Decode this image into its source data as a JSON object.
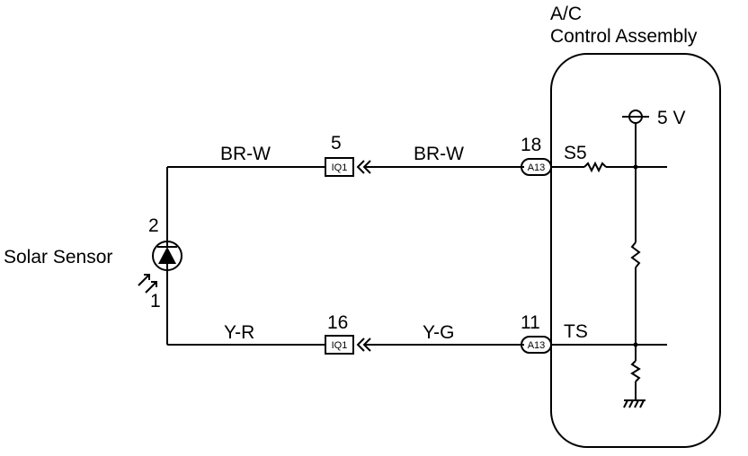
{
  "ecu": {
    "title_line1": "A/C",
    "title_line2": "Control Assembly",
    "supply": "5 V"
  },
  "sensor": {
    "label": "Solar Sensor",
    "pin_top": "2",
    "pin_bottom": "1"
  },
  "upper_circuit": {
    "wire_left": "BR-W",
    "wire_right": "BR-W",
    "connector_pin": "5",
    "connector_id": "IQ1",
    "ecu_pin": "18",
    "ecu_connector": "A13",
    "terminal": "S5"
  },
  "lower_circuit": {
    "wire_left": "Y-R",
    "wire_right": "Y-G",
    "connector_pin": "16",
    "connector_id": "IQ1",
    "ecu_pin": "11",
    "ecu_connector": "A13",
    "terminal": "TS"
  }
}
